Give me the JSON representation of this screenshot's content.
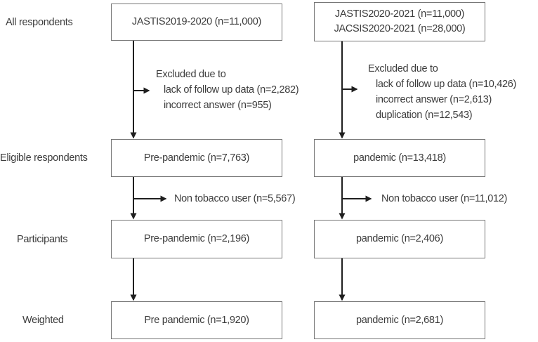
{
  "colors": {
    "box_border": "#767676",
    "text": "#3c3c3c",
    "arrow": "#1f1f1f",
    "background": "#ffffff"
  },
  "stage_labels": [
    "All respondents",
    "Eligible respondents",
    "Participants",
    "Weighted"
  ],
  "left_column": {
    "row1": "JASTIS2019-2020 (n=11,000)",
    "row2": "Pre-pandemic (n=7,763)",
    "row3": "Pre-pandemic (n=2,196)",
    "row4": "Pre pandemic (n=1,920)",
    "exclusion": {
      "title": "Excluded due to",
      "items": [
        "lack of follow up data (n=2,282)",
        "incorrect answer (n=955)"
      ]
    },
    "non_tobacco": "Non tobacco user (n=5,567)"
  },
  "right_column": {
    "row1_line1": "JASTIS2020-2021 (n=11,000)",
    "row1_line2": "JACSIS2020-2021 (n=28,000)",
    "row2": "pandemic (n=13,418)",
    "row3": "pandemic (n=2,406)",
    "row4": "pandemic (n=2,681)",
    "exclusion": {
      "title": "Excluded due to",
      "items": [
        "lack of follow up data (n=10,426)",
        "incorrect answer (n=2,613)",
        "duplication (n=12,543)"
      ]
    },
    "non_tobacco": "Non tobacco user (n=11,012)"
  }
}
